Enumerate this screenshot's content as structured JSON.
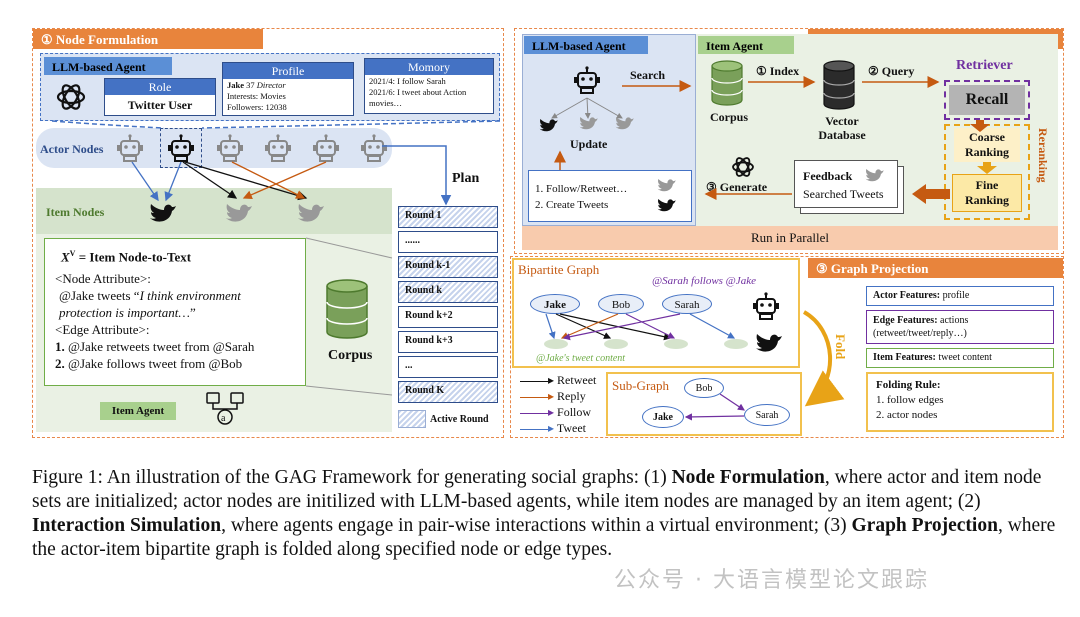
{
  "node_formulation": {
    "title": "① Node Formulation",
    "llm_agent_title": "LLM-based Agent",
    "role": {
      "header": "Role",
      "value": "Twitter User"
    },
    "profile": {
      "header": "Profile",
      "name": "Jake",
      "age": "37",
      "job": "Director",
      "interests": "Interests: Movies",
      "followers": "Followers: 12038"
    },
    "memory": {
      "header": "Momory",
      "line1": "2021/4: I follow Sarah",
      "line2": "2021/6: I tweet about Action",
      "line3": "movies…"
    },
    "actor_nodes": "Actor Nodes",
    "item_nodes": "Item Nodes",
    "text_title_prefix": "X",
    "text_title_sup": "V",
    "text_title_suffix": " = Item Node-to-Text",
    "node_attr": "<Node Attribute>:",
    "node_attr_val_a": "@Jake tweets “",
    "node_attr_val_b": "I think environment protection is important…",
    "node_attr_val_c": "”",
    "edge_attr": "<Edge Attribute>:",
    "edge1_num": "1.",
    "edge1": " @Jake retweets tweet from @Sarah",
    "edge2_num": "2.",
    "edge2": " @Jake follows  tweet from @Bob",
    "corpus": "Corpus",
    "item_agent": "Item Agent",
    "plan": "Plan",
    "rounds": [
      "Round 1",
      "......",
      "Round k-1",
      "Round k",
      "Round k+2",
      "Round k+3",
      "...",
      "Round K"
    ],
    "active_round": "Active Round"
  },
  "interaction_simulation": {
    "title": "② Interaction Simulation",
    "llm_agent_title": "LLM-based Agent",
    "item_agent_title": "Item Agent",
    "search": "Search",
    "update": "Update",
    "list1": "1. Follow/Retweet…",
    "list2": "2. Create Tweets",
    "corpus": "Corpus",
    "index": "① Index",
    "vector_db_1": "Vector",
    "vector_db_2": "Database",
    "query": "② Query",
    "retriever": "Retriever",
    "recall": "Recall",
    "coarse_1": "Coarse",
    "coarse_2": "Ranking",
    "fine_1": "Fine",
    "fine_2": "Ranking",
    "reranking": "Reranking",
    "generate": "③ Generate",
    "feedback": "Feedback",
    "searched": "Searched Tweets",
    "parallel": "Run in Parallel"
  },
  "graph_projection": {
    "title": "③ Graph Projection",
    "bipartite": "Bipartite Graph",
    "sarah_follows": "@Sarah follows @Jake",
    "jake": "Jake",
    "bob": "Bob",
    "sarah": "Sarah",
    "jake_content": "@Jake's tweet content",
    "legend": [
      "Retweet",
      "Reply",
      "Follow",
      "Tweet"
    ],
    "subgraph": "Sub-Graph",
    "fold": "Fold",
    "actor_feat_label": "Actor Features:",
    "actor_feat_val": " profile",
    "edge_feat_label": "Edge Features:",
    "edge_feat_val": " actions",
    "edge_feat_val2": "(retweet/tweet/reply…)",
    "item_feat_label": "Item Features:",
    "item_feat_val": " tweet content",
    "folding_rule": "Folding Rule:",
    "rule1": "1.    follow edges",
    "rule2": "2.    actor nodes"
  },
  "caption": {
    "p1": "Figure 1: An illustration of the GAG Framework for generating social graphs: (1) ",
    "b1": "Node Formulation",
    "p2": ", where actor and item node sets are initialized; actor nodes are initilized with LLM-based agents, while item nodes are managed by an item agent; (2) ",
    "b2": "Interaction Simulation",
    "p3": ", where agents engage in pair-wise interactions within a virtual environment; (3) ",
    "b3": "Graph Projection",
    "p4": ", where the actor-item bipartite graph is folded along specified node or edge types."
  },
  "watermark": "公众号 · 大语言模型论文跟踪",
  "colors": {
    "orange": "#e8843c",
    "blue": "#4472c4",
    "green": "#70ad47",
    "purple": "#7030a0",
    "twitter": "#111111"
  }
}
